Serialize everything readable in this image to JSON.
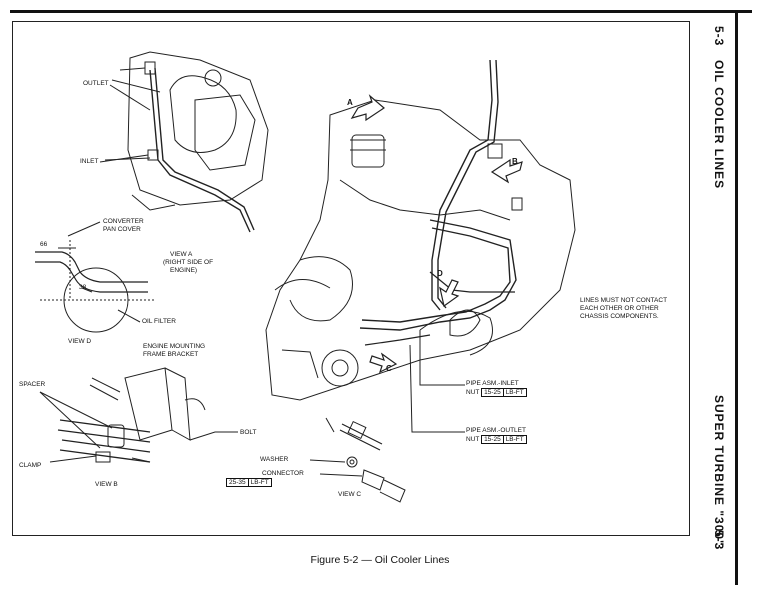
{
  "side": {
    "page_top": "5-3",
    "section": "OIL COOLER LINES",
    "book": "SUPER TURBINE \"300\"",
    "page_bottom": "5-3"
  },
  "labels": {
    "outlet": "OUTLET",
    "inlet": "INLET",
    "converter": "CONVERTER",
    "pan_cover": "PAN COVER",
    "dim_66": "66",
    "dim_38": "38",
    "oil_filter": "OIL FILTER",
    "view_a_1": "VIEW A",
    "view_a_2": "(RIGHT SIDE OF",
    "view_a_3": "ENGINE)",
    "view_d": "VIEW D",
    "engine_mounting": "ENGINE MOUNTING",
    "frame_bracket": "FRAME BRACKET",
    "spacer": "SPACER",
    "clamp": "CLAMP",
    "bolt": "BOLT",
    "view_b": "VIEW B",
    "washer": "WASHER",
    "connector": "CONNECTOR",
    "torque_connector_val": "25-35",
    "torque_connector_unit": "LB-FT",
    "view_c": "VIEW C",
    "pipe_inlet": "PIPE ASM.-INLET",
    "nut": "NUT",
    "torque_inlet_val": "15-25",
    "torque_inlet_unit": "LB-FT",
    "pipe_outlet": "PIPE ASM.-OUTLET",
    "nut2": "NUT",
    "torque_outlet_val": "15-25",
    "torque_outlet_unit": "LB-FT",
    "note_1": "LINES MUST NOT CONTACT",
    "note_2": "EACH OTHER OR OTHER",
    "note_3": "CHASSIS COMPONENTS.",
    "letter_a": "A",
    "letter_b": "B",
    "letter_c": "C",
    "letter_d": "D"
  },
  "caption": "Figure 5-2 — Oil Cooler Lines"
}
